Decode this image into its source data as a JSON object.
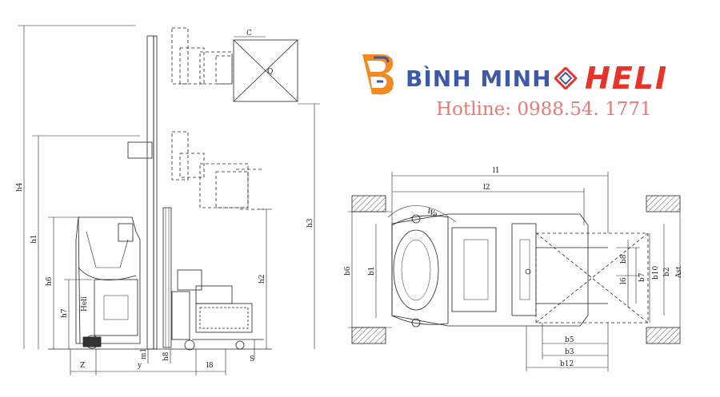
{
  "brand": {
    "name": "BÌNH MINH",
    "partner": "HELI",
    "hotline": "Hotline: 0988.54. 1771",
    "colors": {
      "blue": "#3d5aa8",
      "red": "#e8332b",
      "orange": "#f08a24",
      "hotline": "#e87a74"
    }
  },
  "side_view": {
    "labels": {
      "h4": "h4",
      "h1": "h1",
      "h6": "h6",
      "h7": "h7",
      "h3": "h3",
      "h2": "h2",
      "c": "C",
      "q": "Q",
      "z": "Z",
      "y": "y",
      "l8": "l8",
      "m1": "m1",
      "h8": "h8",
      "s": "S"
    }
  },
  "top_view": {
    "labels": {
      "l1": "l1",
      "l2": "l2",
      "wa": "Wa",
      "b6": "b6",
      "b1": "b1",
      "b8": "b8",
      "l6": "l6",
      "b7": "b7",
      "b10": "b10",
      "b2": "b2",
      "ast": "Ast",
      "b5": "b5",
      "b3": "b3",
      "b12": "b12"
    }
  }
}
